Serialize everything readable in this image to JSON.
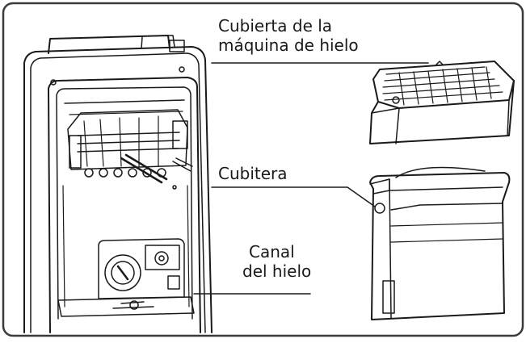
{
  "labels": {
    "cover_line1": "Cubierta de la",
    "cover_line2": "máquina de hielo",
    "bucket": "Cubitera",
    "chute_line1": "Canal",
    "chute_line2": "del hielo"
  },
  "colors": {
    "line": "#1a1a1a",
    "background": "#ffffff",
    "border": "#3a3a3a"
  }
}
